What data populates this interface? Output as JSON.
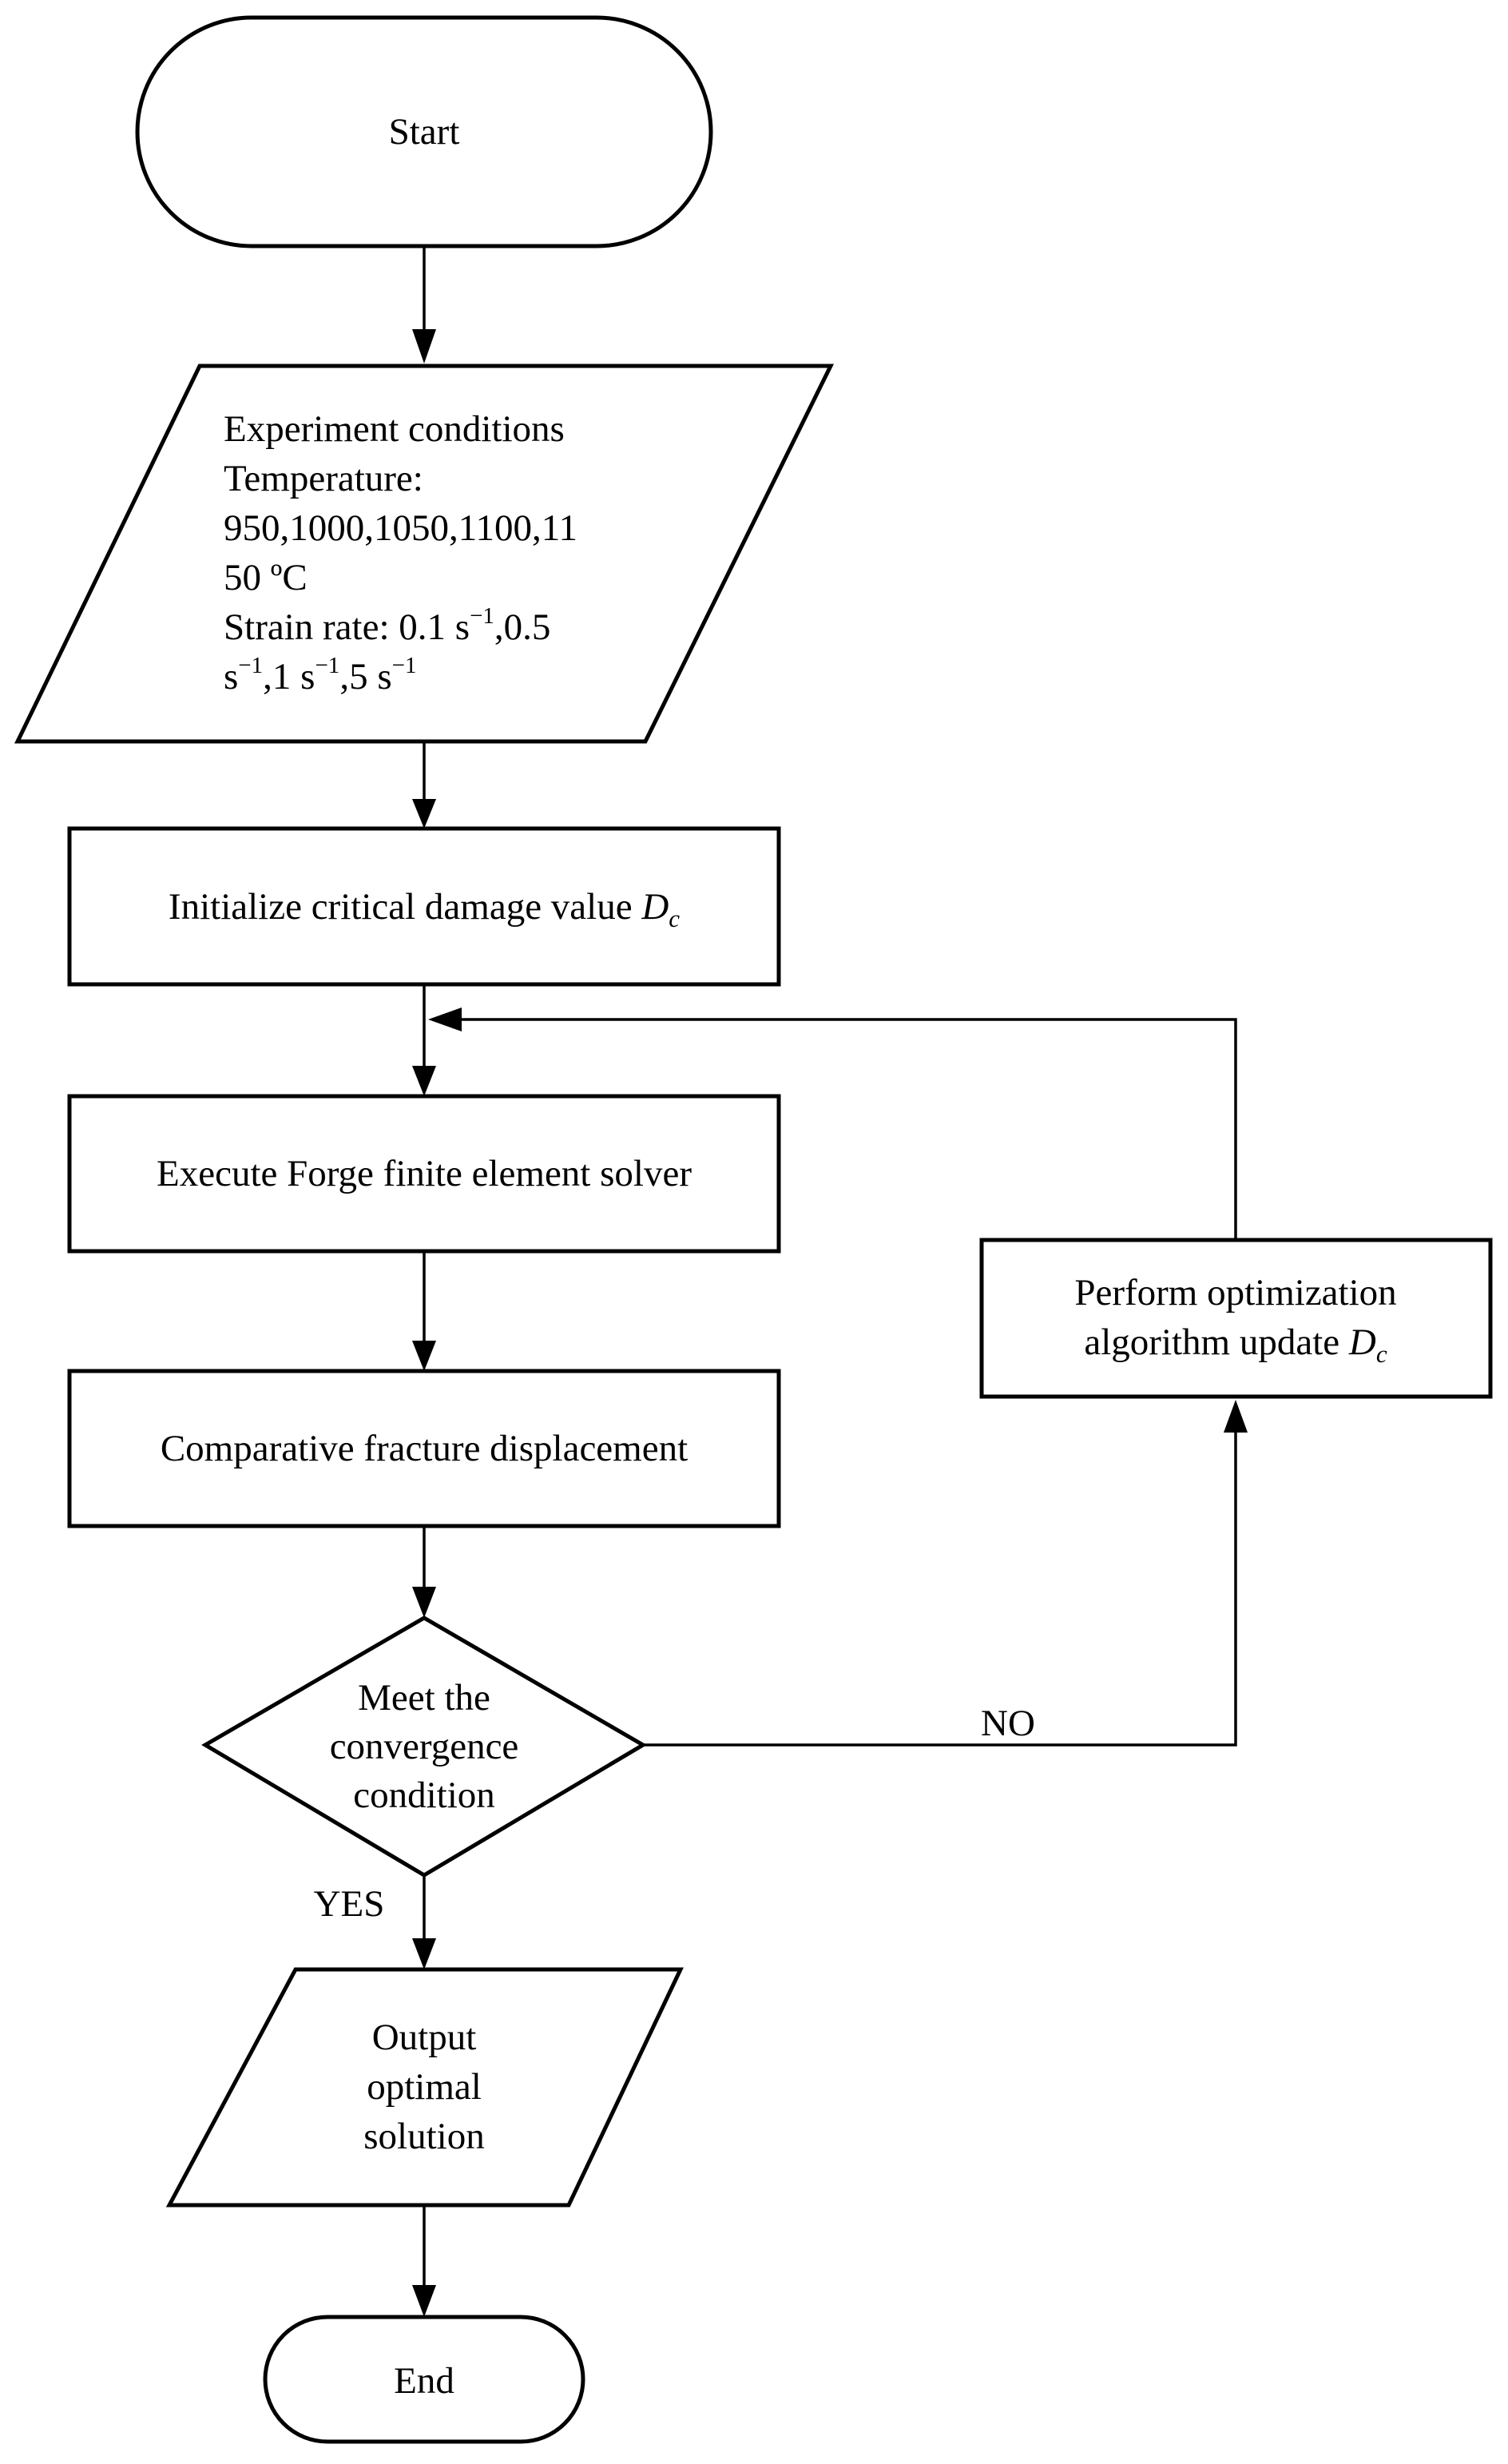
{
  "nodes": {
    "start": {
      "label": "Start"
    },
    "experiment": {
      "title": "Experiment conditions",
      "temp_label": "Temperature:",
      "temp_values_1": "950,1000,1050,1100,11",
      "temp_values_2": "50 ºC",
      "rate_prefix": "Strain rate: 0.1 s",
      "unit_sup": "−1",
      "sep_after_first": ",0.5",
      "line2_unit": "s",
      "line2_v2": ",1 s",
      "line2_v3": ",5 s"
    },
    "initialize": {
      "text": "Initialize critical damage value ",
      "symbol": "D",
      "subscript": "c"
    },
    "execute": {
      "text": "Execute Forge finite element solver"
    },
    "compare": {
      "text": "Comparative fracture displacement"
    },
    "decision": {
      "line1": "Meet the",
      "line2": "convergence",
      "line3": "condition"
    },
    "optimize": {
      "line1": "Perform optimization",
      "line2": "algorithm update ",
      "symbol": "D",
      "subscript": "c"
    },
    "output": {
      "line1": "Output",
      "line2": "optimal",
      "line3": "solution"
    },
    "end": {
      "label": "End"
    }
  },
  "edges": {
    "no_label": "NO",
    "yes_label": "YES"
  }
}
